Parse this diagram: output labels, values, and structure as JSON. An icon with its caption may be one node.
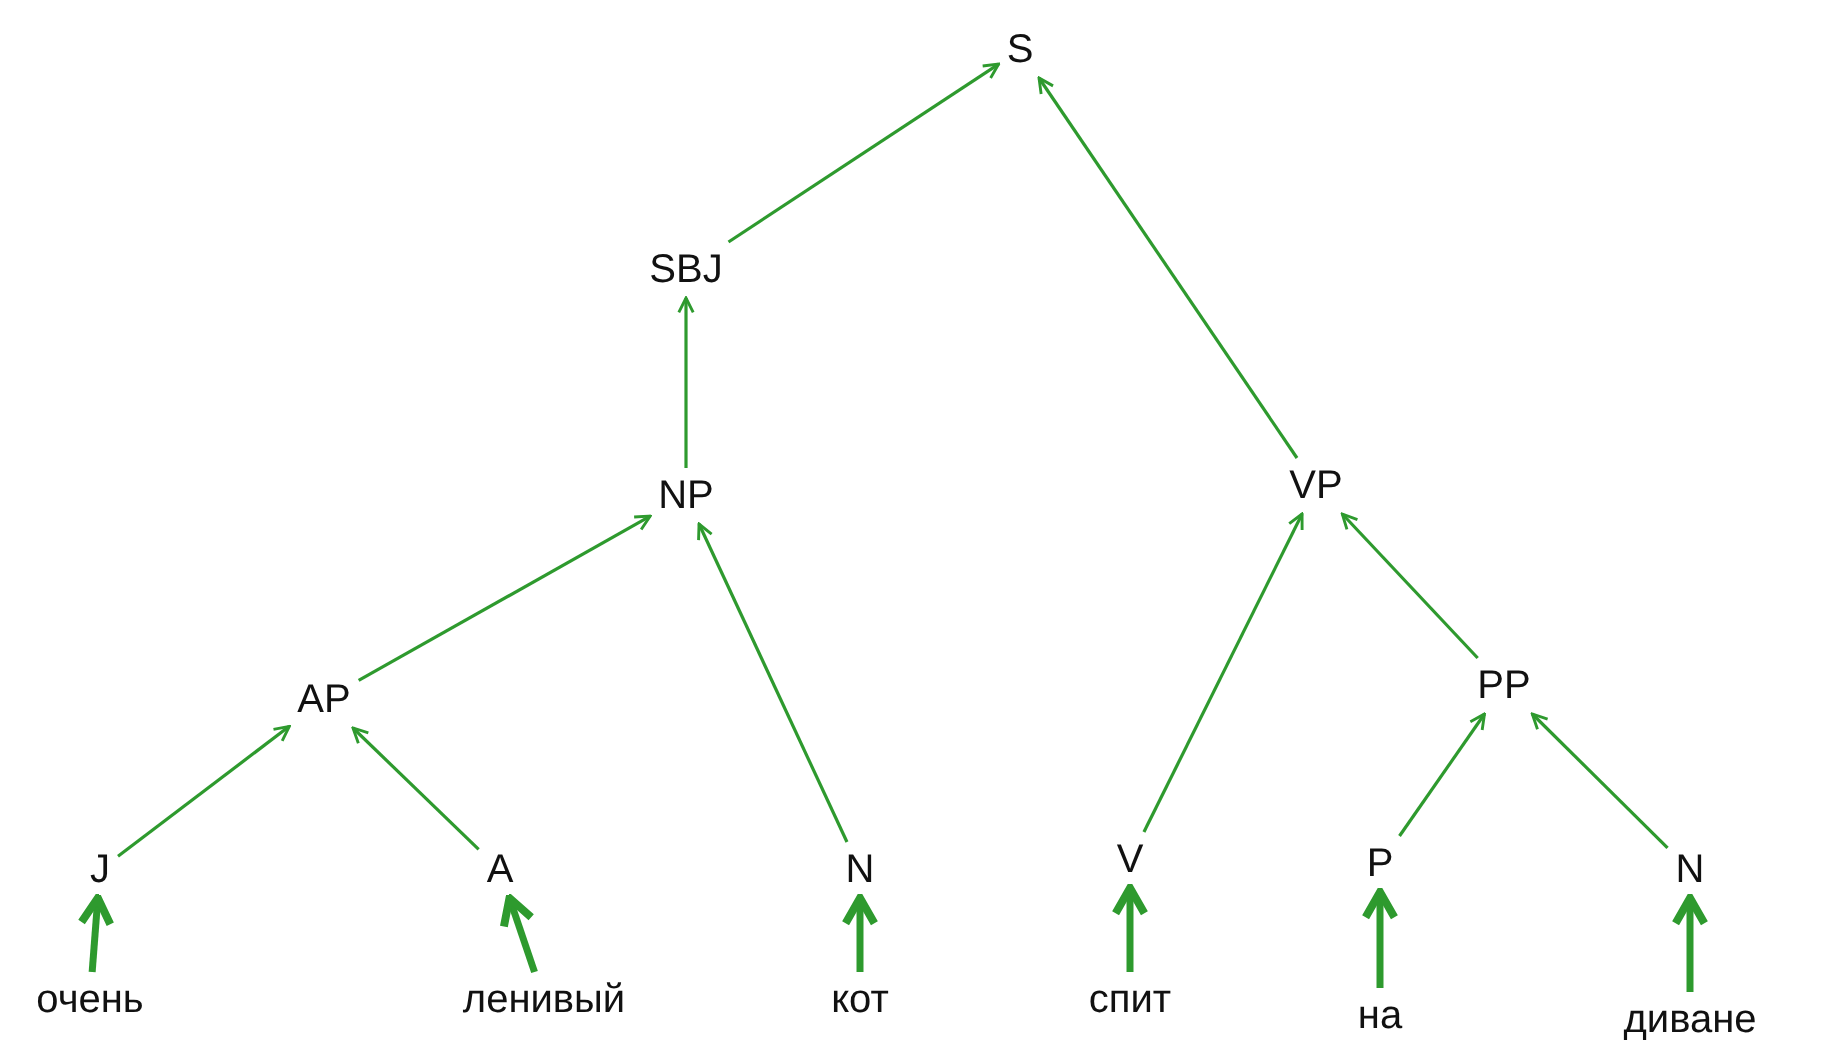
{
  "diagram": {
    "nodes": [
      {
        "text": [
          "S"
        ]
      },
      {
        "text": [
          "SBJ"
        ]
      },
      {
        "text": [
          "NP"
        ]
      },
      {
        "text": [
          "VP"
        ]
      },
      {
        "text": [
          "AP"
        ]
      },
      {
        "text": [
          "PP"
        ]
      },
      {
        "text": [
          "J"
        ]
      },
      {
        "text": [
          "A"
        ]
      },
      {
        "text": [
          "N"
        ]
      },
      {
        "text": [
          "V"
        ]
      },
      {
        "text": [
          "P"
        ]
      },
      {
        "text": [
          "N"
        ]
      },
      {
        "text": [
          "очень"
        ]
      },
      {
        "text": [
          "ленивый"
        ]
      },
      {
        "text": [
          "кот"
        ]
      },
      {
        "text": [
          "спит"
        ]
      },
      {
        "text": [
          "на"
        ]
      },
      {
        "text": [
          "диване"
        ]
      }
    ],
    "edges": [
      {
        "from": 1,
        "to": 0,
        "arrow": "to"
      },
      {
        "from": 3,
        "to": 0,
        "arrow": "to"
      },
      {
        "from": 2,
        "to": 1,
        "arrow": "to"
      },
      {
        "from": 4,
        "to": 2,
        "arrow": "to"
      },
      {
        "from": 8,
        "to": 2,
        "arrow": "to"
      },
      {
        "from": 9,
        "to": 3,
        "arrow": "to"
      },
      {
        "from": 5,
        "to": 3,
        "arrow": "to"
      },
      {
        "from": 6,
        "to": 4,
        "arrow": "to"
      },
      {
        "from": 7,
        "to": 4,
        "arrow": "to"
      },
      {
        "from": 10,
        "to": 5,
        "arrow": "to"
      },
      {
        "from": 11,
        "to": 5,
        "arrow": "to"
      },
      {
        "from": 12,
        "to": 6,
        "arrow": "to",
        "style": "thick"
      },
      {
        "from": 13,
        "to": 7,
        "arrow": "to",
        "style": "thick"
      },
      {
        "from": 14,
        "to": 8,
        "arrow": "to",
        "style": "thick"
      },
      {
        "from": 15,
        "to": 9,
        "arrow": "to",
        "style": "thick"
      },
      {
        "from": 16,
        "to": 10,
        "arrow": "to",
        "style": "thick"
      },
      {
        "from": 17,
        "to": 11,
        "arrow": "to",
        "style": "thick"
      }
    ]
  }
}
